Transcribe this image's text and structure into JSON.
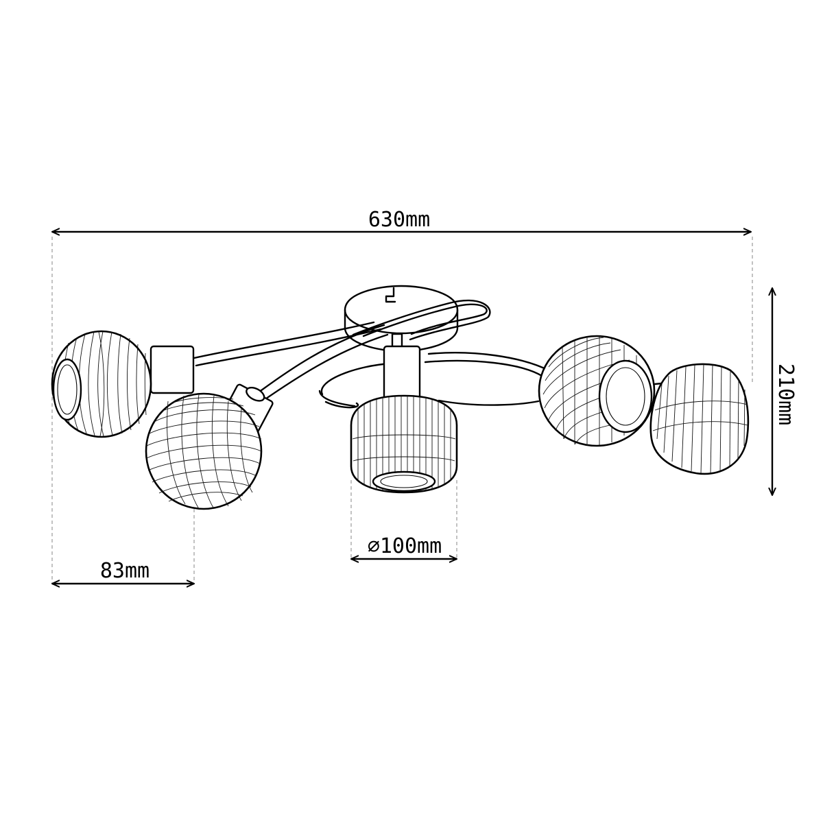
{
  "dimensions": {
    "width": "630mm",
    "height": "210mm",
    "shade_diameter": "∅100mm",
    "arm_offset": "83mm"
  },
  "fixture": {
    "lamp_count": 5
  }
}
